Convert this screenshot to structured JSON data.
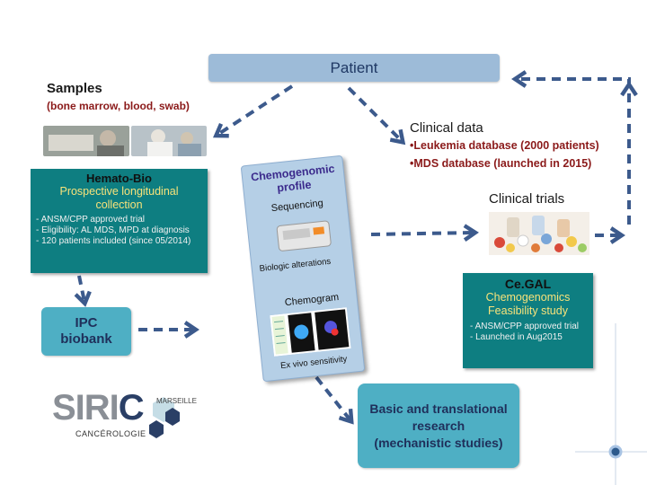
{
  "patient": {
    "label": "Patient"
  },
  "samples": {
    "title": "Samples",
    "subtitle": "(bone marrow, blood, swab)"
  },
  "hemato_bio": {
    "title": "Hemato-Bio",
    "subtitle_line1": "Prospective longitudinal",
    "subtitle_line2": "collection",
    "bullets": [
      "ANSM/CPP approved trial",
      "Eligibility: AL MDS, MPD at diagnosis",
      "120 patients included (since 05/2014)"
    ]
  },
  "ipc_biobank": {
    "line1": "IPC",
    "line2": "biobank"
  },
  "clinical_data": {
    "title": "Clinical data",
    "items": [
      "•Leukemia database  (2000 patients)",
      "•MDS database  (launched in 2015)"
    ]
  },
  "clinical_trials": {
    "title": "Clinical trials"
  },
  "chemogenomic_card": {
    "title_line1": "Chemogenomic",
    "title_line2": "profile",
    "sequencing": "Sequencing",
    "biologic_alterations": "Biologic alterations",
    "chemogram": "Chemogram",
    "ex_vivo": "Ex vivo sensitivity"
  },
  "cegal": {
    "title": "Ce.GAL",
    "subtitle_line1": "Chemogenomics",
    "subtitle_line2": "Feasibility study",
    "bullets": [
      "ANSM/CPP approved trial",
      "Launched in Aug2015"
    ]
  },
  "research": {
    "line1": "Basic and translational",
    "line2": "research",
    "line3": "(mechanistic studies)"
  },
  "logo": {
    "name": "SIRIC",
    "city": "MARSEILLE",
    "sub": "CANCÉROLOGIE"
  },
  "colors": {
    "teal_box": "#0e7e81",
    "light_blue_box": "#4eafc4",
    "patient_bar": "#9dbbd8",
    "arrow": "#3c5a8c",
    "yellow_text": "#f7e27a",
    "dark_red_text": "#8b1a1a"
  }
}
